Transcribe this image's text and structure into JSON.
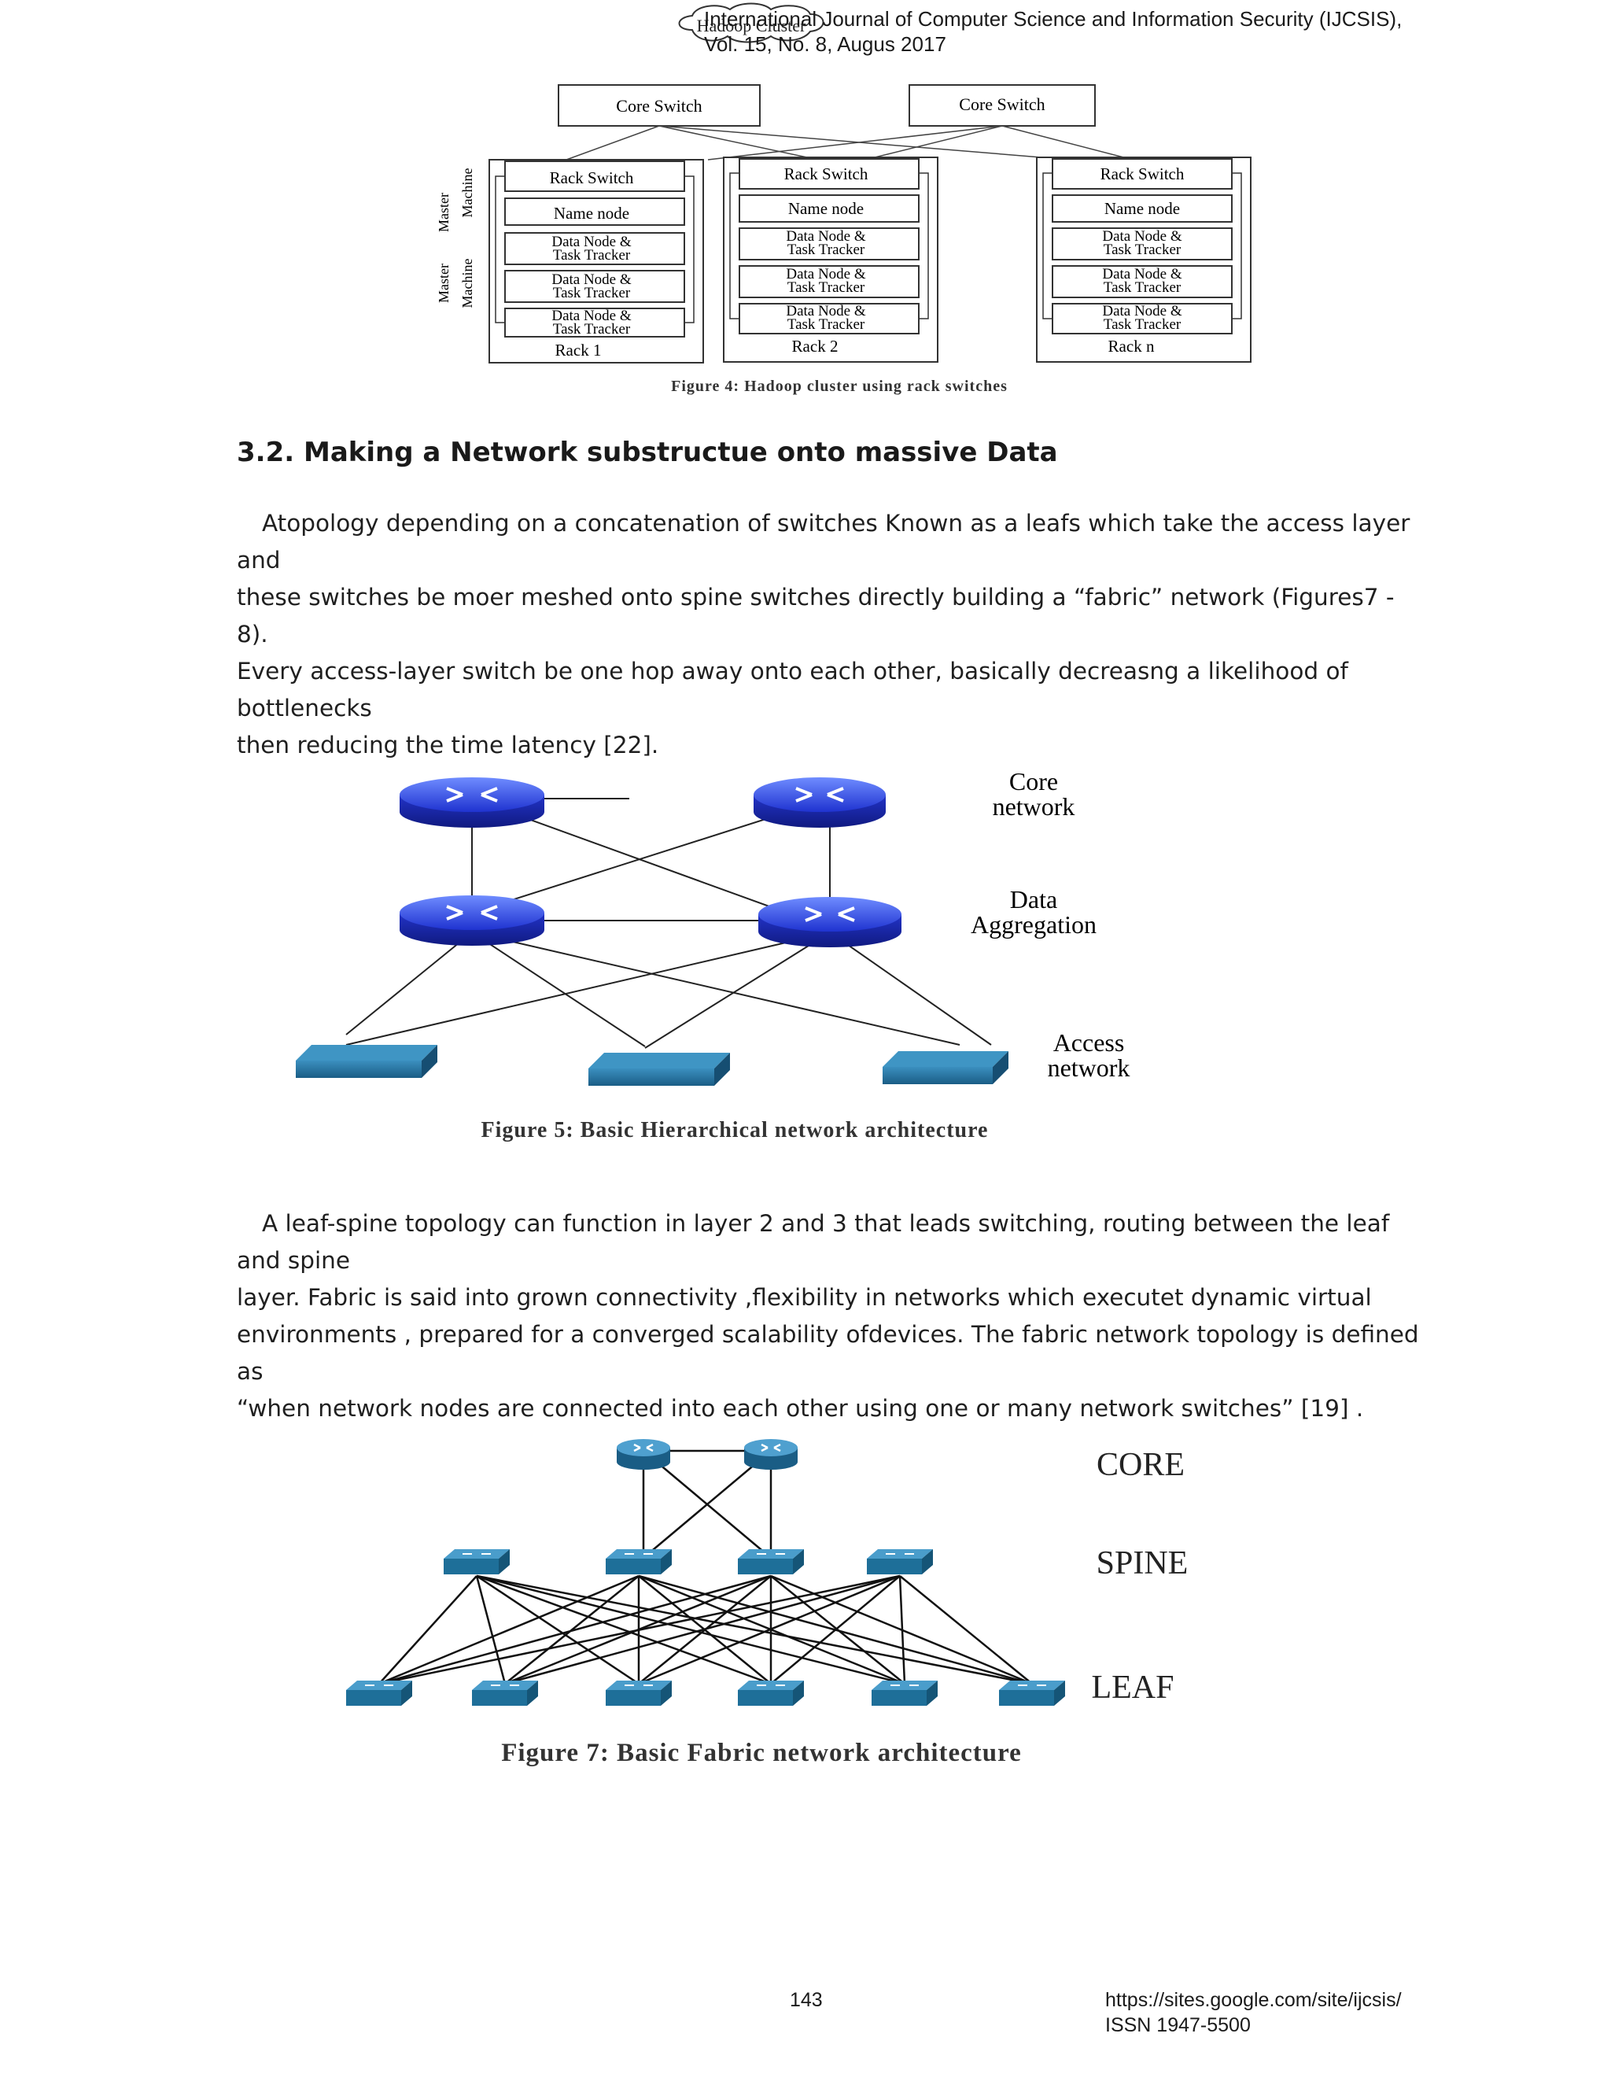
{
  "header": {
    "journal": "International Journal of Computer Science and Information Security (IJCSIS),",
    "volume": "Vol. 15, No. 8, Augus 2017"
  },
  "figure4": {
    "cloud_label": "Hadoop Cluster",
    "core_switch": "Core Switch",
    "rack_switch": "Rack Switch",
    "name_node": "Name node",
    "data_node_line1": "Data Node &",
    "data_node_line2": "Task Tracker",
    "master_machine_1": "Master",
    "master_machine_2": "Machine",
    "slave_machine_1": "Master",
    "slave_machine_2": "Machine",
    "rack1": "Rack 1",
    "rack2": "Rack 2",
    "rackn": "Rack n",
    "caption": "Figure 4: Hadoop cluster using rack switches"
  },
  "section": {
    "heading": "3.2. Making a Network substructue onto  massive Data",
    "para1": [
      "Atopology depending  on a concatenation  of switches Known as a leafs which  take  the access layer and",
      "these switches be  moer  meshed onto  spine switches directly  building a “fabric” network (Figures7 - 8).",
      "Every access-layer switch be  one hop away onto each other, basically decreasng a  likelihood  of bottlenecks",
      "then  reducing   the time latency [22]."
    ],
    "para2": [
      "A leaf-spine topology can function in layer 2 and 3 that  leads switching, routing between the leaf and spine",
      "layer. Fabric is said into grown connectivity ,flexibility in networks which  executet dynamic virtual",
      "environments ,   prepared for a converged scalability ofdevices. The fabric network topology is defined as",
      "“when network nodes are connected into each other using one or many network switches” [19]  ."
    ]
  },
  "figure5": {
    "core_1": "Core",
    "core_2": "network",
    "agg_1": "Data",
    "agg_2": "Aggregation",
    "access_1": "Access",
    "access_2": "network",
    "caption": "Figure 5: Basic Hierarchical network architecture"
  },
  "figure7": {
    "core": "CORE",
    "spine": "SPINE",
    "leaf": "LEAF",
    "caption": "Figure 7: Basic Fabric network architecture"
  },
  "footer": {
    "page": "143",
    "url": "https://sites.google.com/site/ijcsis/",
    "issn": "ISSN 1947-5500"
  },
  "colors": {
    "router_blue": "#2d3bd9",
    "switch_teal": "#1e6f99"
  }
}
